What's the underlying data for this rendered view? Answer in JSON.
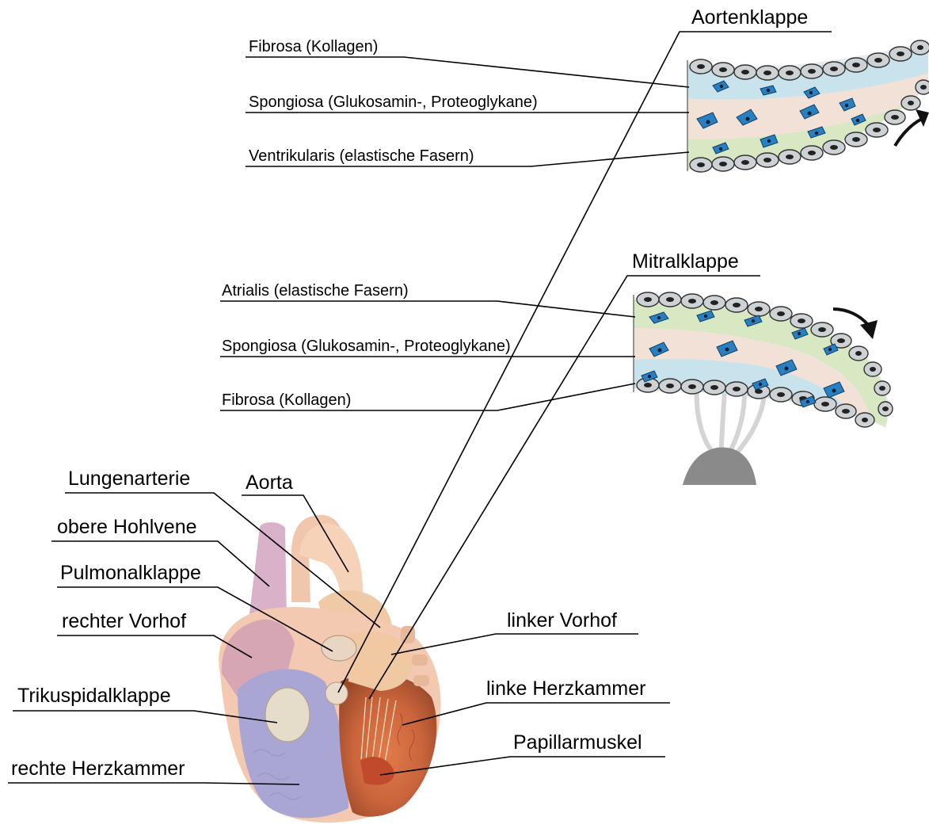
{
  "aortic": {
    "title": "Aortenklappe",
    "layers": [
      {
        "label": "Fibrosa (Kollagen)",
        "color": "#c9e3ec"
      },
      {
        "label": "Spongiosa (Glukosamin-, Proteoglykane)",
        "color": "#f2e1d6"
      },
      {
        "label": "Ventrikularis (elastische Fasern)",
        "color": "#d7e8c3"
      }
    ]
  },
  "mitral": {
    "title": "Mitralklappe",
    "layers": [
      {
        "label": "Atrialis (elastische Fasern)",
        "color": "#d7e8c3"
      },
      {
        "label": "Spongiosa (Glukosamin-, Proteoglykane)",
        "color": "#f2e1d6"
      },
      {
        "label": "Fibrosa (Kollagen)",
        "color": "#c9e3ec"
      }
    ]
  },
  "heart_labels": {
    "lungenarterie": "Lungenarterie",
    "aorta": "Aorta",
    "obere_hohlvene": "obere Hohlvene",
    "pulmonalklappe": "Pulmonalklappe",
    "rechter_vorhof": "rechter Vorhof",
    "trikuspidalklappe": "Trikuspidalklappe",
    "rechte_herzkammer": "rechte Herzkammer",
    "linker_vorhof": "linker Vorhof",
    "linke_herzkammer": "linke Herzkammer",
    "papillarmuskel": "Papillarmuskel"
  },
  "colors": {
    "cell_blue": "#2a7fc0",
    "endothelium": "#cfd2d4",
    "papillary_grey": "#8a8a8a"
  }
}
